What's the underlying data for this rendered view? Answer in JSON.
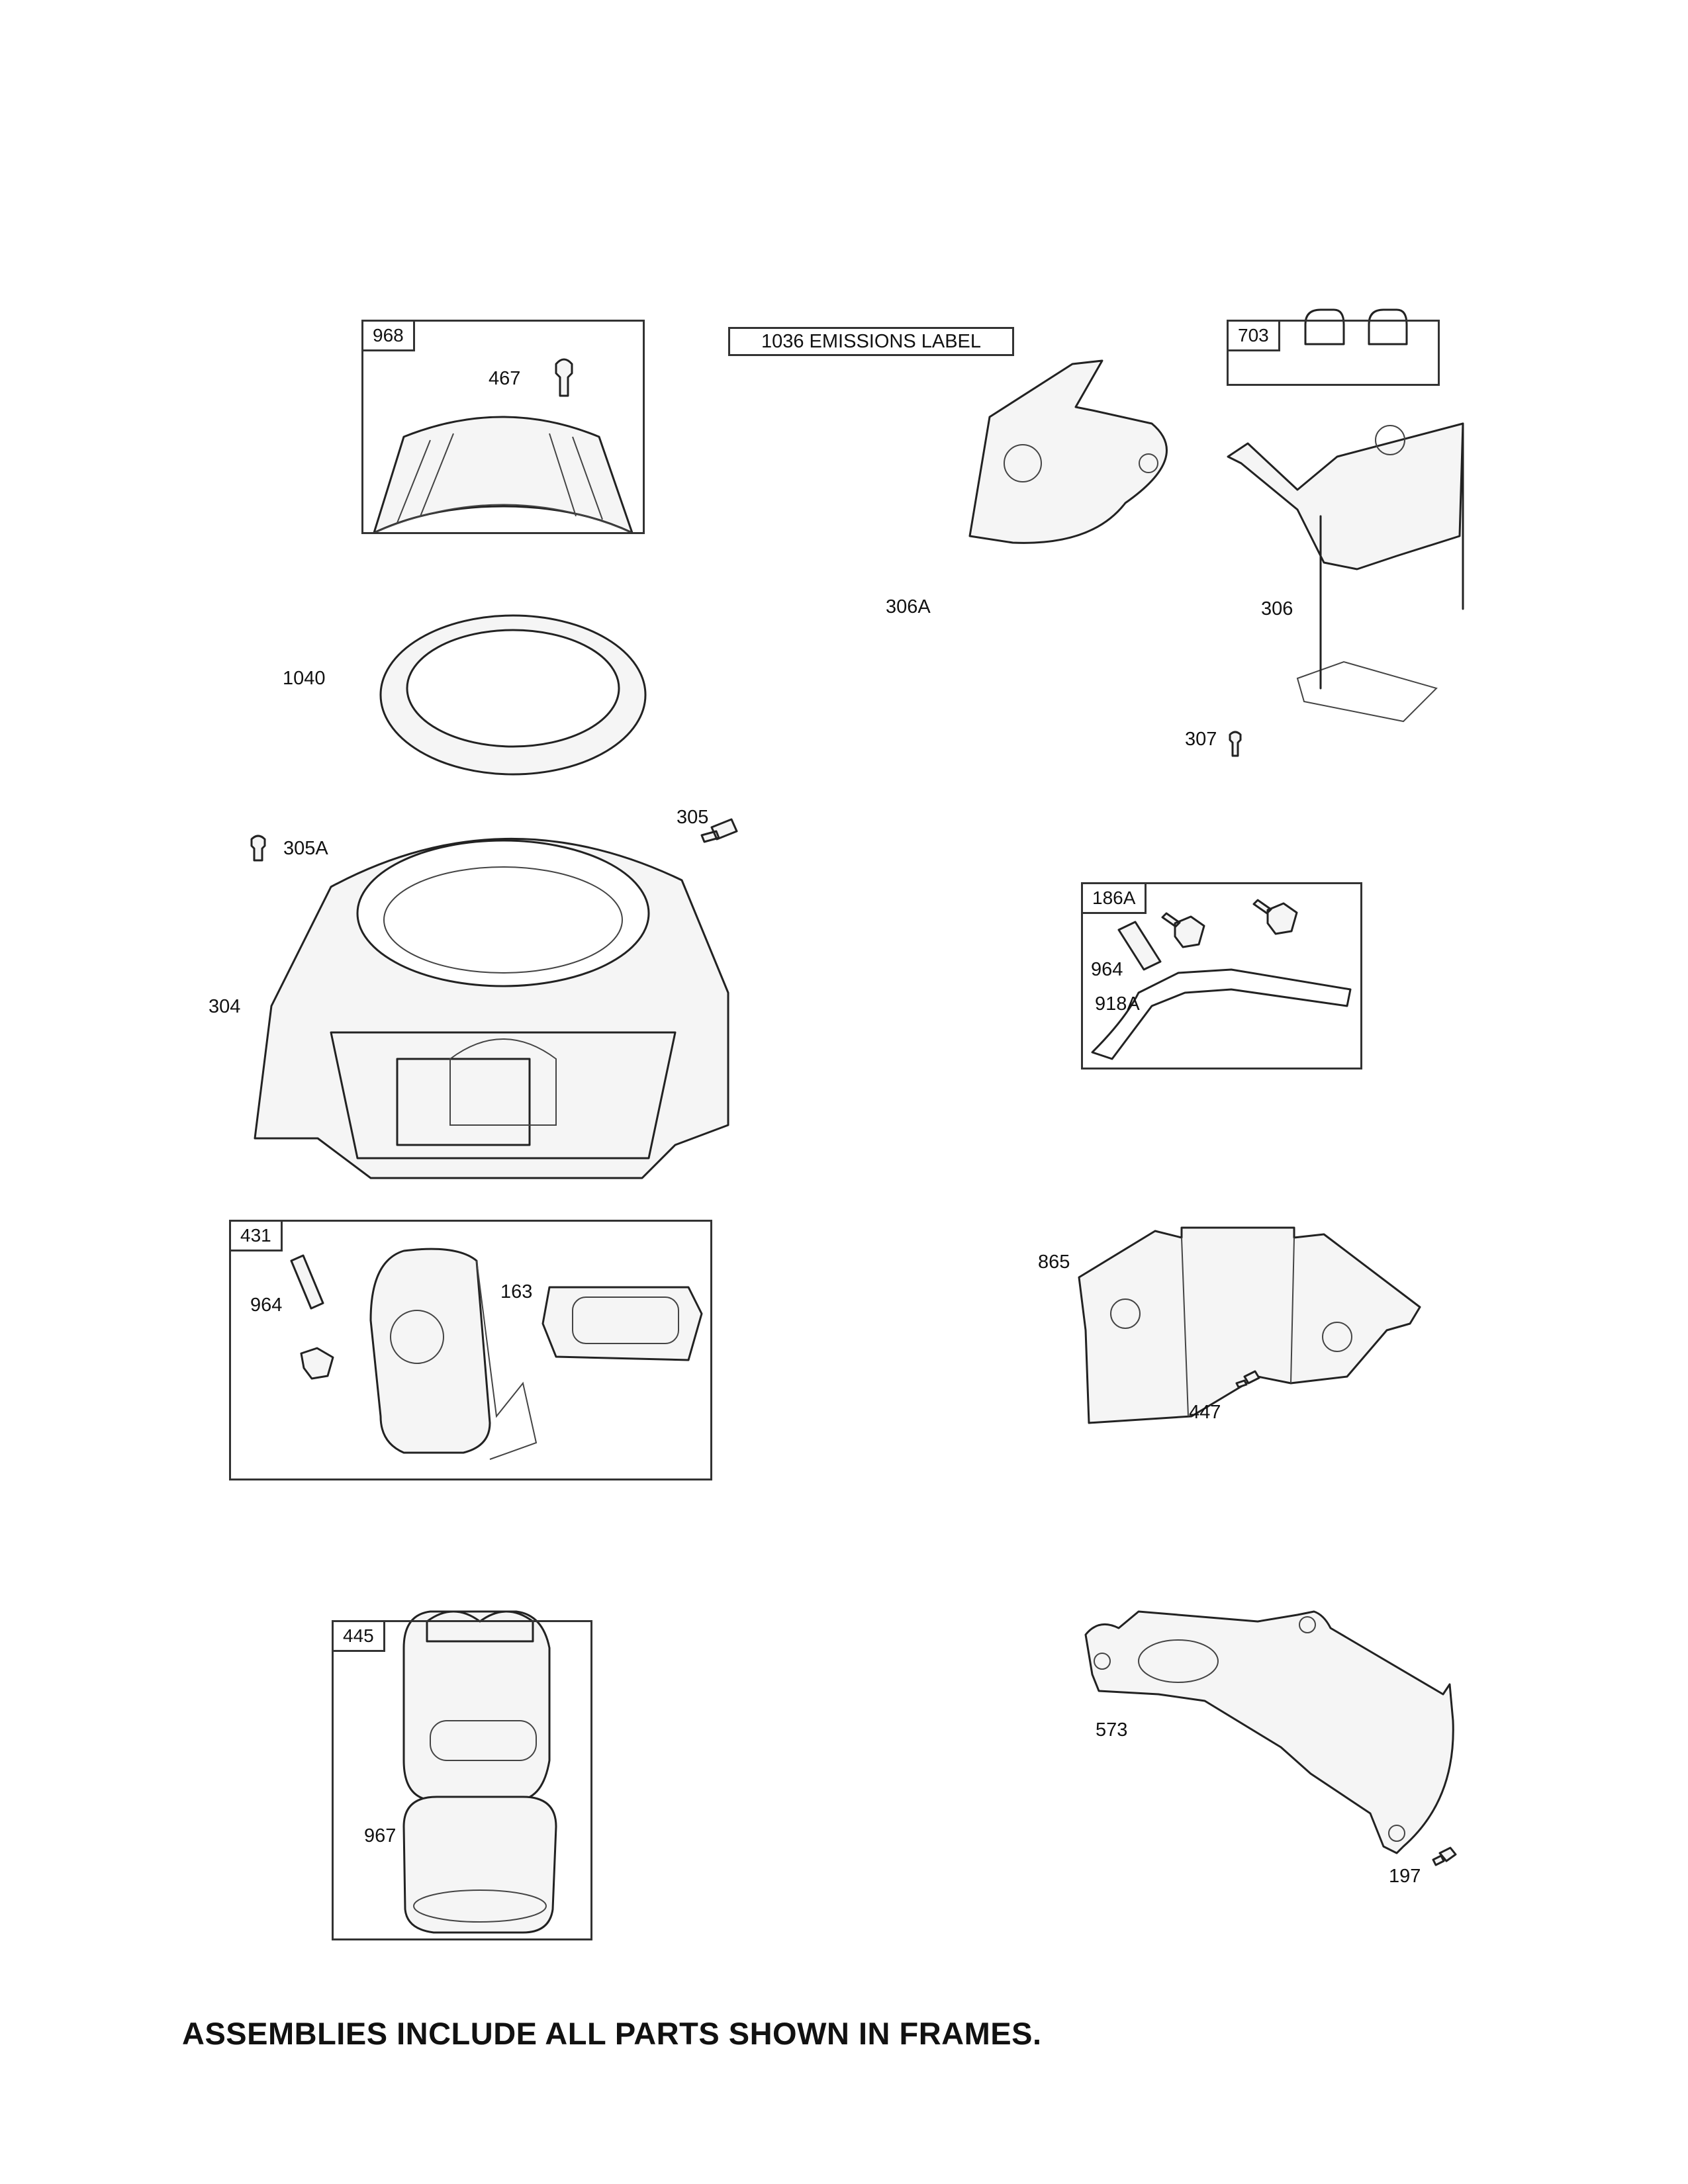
{
  "frames": [
    {
      "id": "frame-968",
      "tag": "968"
    },
    {
      "id": "frame-703",
      "tag": "703"
    },
    {
      "id": "frame-186A",
      "tag": "186A"
    },
    {
      "id": "frame-431",
      "tag": "431"
    },
    {
      "id": "frame-445",
      "tag": "445"
    }
  ],
  "emissions_label": "1036 EMISSIONS LABEL",
  "callouts": {
    "p467": "467",
    "p1040": "1040",
    "p305": "305",
    "p305A": "305A",
    "p304": "304",
    "p306A": "306A",
    "p306": "306",
    "p307": "307",
    "p964_kit": "964",
    "p918A": "918A",
    "p964": "964",
    "p163": "163",
    "p865": "865",
    "p447": "447",
    "p967": "967",
    "p573": "573",
    "p197": "197"
  },
  "footer_note": "ASSEMBLIES INCLUDE ALL PARTS SHOWN IN FRAMES."
}
